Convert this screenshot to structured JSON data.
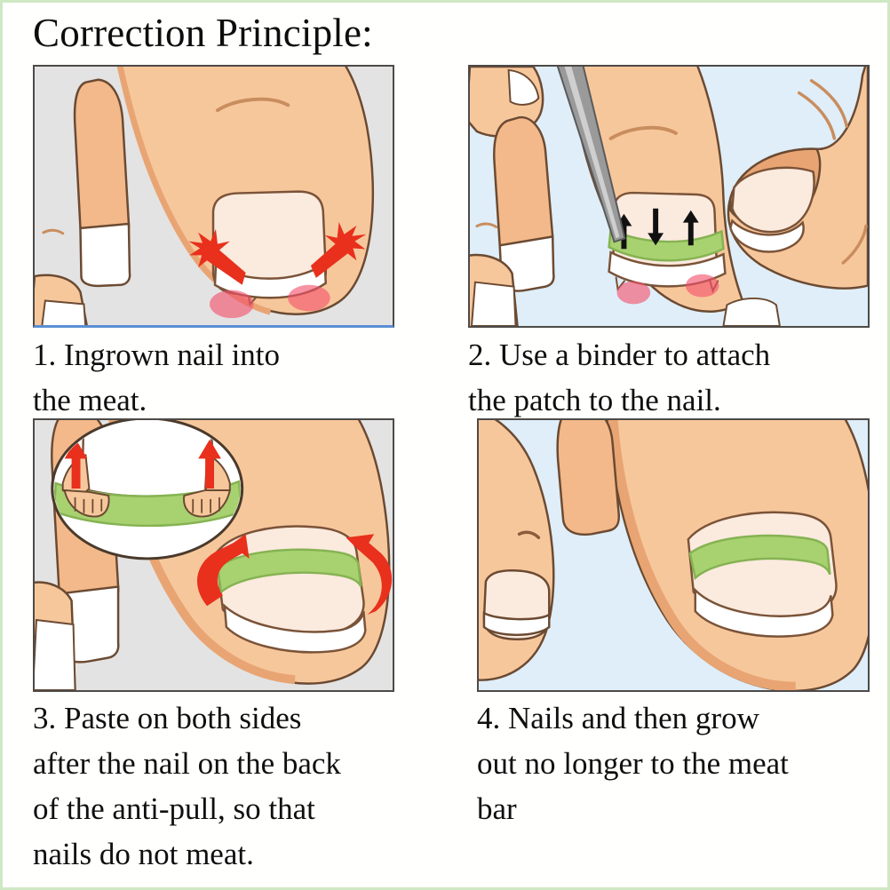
{
  "page": {
    "title": "Correction Principle:",
    "border_color": "#cfe8c4",
    "background": "#ffffff"
  },
  "palette": {
    "skin": "#f7c79c",
    "skin_shadow": "#e8a573",
    "skin_light": "#fbdcc1",
    "outline": "#6b4a32",
    "nail": "#fbeade",
    "nail_white": "#ffffff",
    "nail_outline": "#7a5338",
    "patch_green": "#a8d170",
    "patch_green_light": "#c2e08f",
    "inflammation_red": "#f4516c",
    "arrow_red": "#e8301c",
    "arrow_black": "#111111",
    "tool_gray": "#8c8c8c",
    "bg_gray": "#e3e3e3",
    "bg_blue": "#dfeef8",
    "panel_border": "#4d4a47",
    "panel1_underline": "#5a8fd4"
  },
  "panels": [
    {
      "id": "panel-1",
      "number": "1.",
      "caption": "1. Ingrown nail into\nthe meat.",
      "figure_name": "figure-ingrown-nail",
      "alt": "Toe with ingrown nail pressing into the flesh, red inflammation at both nail corners",
      "background": "#e3e3e3",
      "has_blue_underline": true,
      "annotations": [
        "red-jagged-arrow-left",
        "red-jagged-arrow-right",
        "inflammation-left",
        "inflammation-right"
      ]
    },
    {
      "id": "panel-2",
      "number": "2.",
      "caption": "2. Use a binder to attach\nthe patch to the nail.",
      "figure_name": "figure-attach-patch",
      "alt": "Tweezers placing a green correction patch strip across the nail while fingers hold the toe",
      "background": "#dfeef8",
      "has_blue_underline": false,
      "annotations": [
        "black-arrow-up-left",
        "black-arrow-down-center",
        "black-arrow-up-right",
        "tweezers",
        "inflammation-left",
        "inflammation-right"
      ]
    },
    {
      "id": "panel-3",
      "number": "3.",
      "caption": "3. Paste on both sides\nafter the nail on the back\nof the anti-pull, so that\nnails do not meat.",
      "figure_name": "figure-paste-both-sides",
      "alt": "Magnified inset circle showing hooks pulling the green strip upward; large red curved arrows show the nail edges lifting on both sides",
      "background": "#e3e3e3",
      "has_blue_underline": false,
      "annotations": [
        "zoom-inset-circle",
        "red-arrow-up-inset-left",
        "red-arrow-up-inset-right",
        "red-curved-arrow-left",
        "red-curved-arrow-right"
      ]
    },
    {
      "id": "panel-4",
      "number": "4.",
      "caption": "4. Nails and then grow\nout no longer to the meat\nbar",
      "figure_name": "figure-corrected-nail",
      "alt": "Healthy corrected toenail with the green strip applied, no redness remaining",
      "background": "#dfeef8",
      "has_blue_underline": false,
      "annotations": []
    }
  ]
}
